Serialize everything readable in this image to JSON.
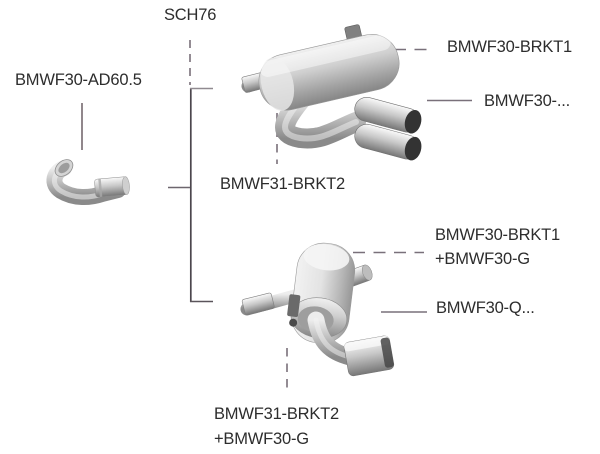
{
  "diagram": {
    "type": "exhaust-system-parts-diagram",
    "colors": {
      "background": "#ffffff",
      "text": "#2d2d2d",
      "leader_line": "#79707a",
      "bracket_line": "#4c464d",
      "adapter_leader": "#857a7f",
      "metal_light": "#f0f0f0",
      "metal_dark": "#868686",
      "tip_opening": "#333333"
    },
    "labels": {
      "sch76": "SCH76",
      "adapter": "BMWF30-AD60.5",
      "muffler1_bracket1": "BMWF30-BRKT1",
      "muffler1_name": "BMWF30-...",
      "muffler1_bracket2": "BMWF31-BRKT2",
      "muffler2_bracket1_line1": "BMWF30-BRKT1",
      "muffler2_bracket1_line2": "+BMWF30-G",
      "muffler2_name": "BMWF30-Q...",
      "muffler2_bracket2_line1": "BMWF31-BRKT2",
      "muffler2_bracket2_line2": "+BMWF30-G"
    },
    "parts": [
      {
        "name": "adapter-elbow-pipe",
        "label": "BMWF30-AD60.5"
      },
      {
        "name": "rear-muffler-dual-tip",
        "label": "BMWF30-...",
        "related_labels": [
          "SCH76",
          "BMWF30-BRKT1",
          "BMWF31-BRKT2"
        ]
      },
      {
        "name": "rear-muffler-single-tip",
        "label": "BMWF30-Q...",
        "related_labels": [
          "BMWF30-BRKT1 +BMWF30-G",
          "BMWF31-BRKT2 +BMWF30-G"
        ]
      }
    ]
  }
}
